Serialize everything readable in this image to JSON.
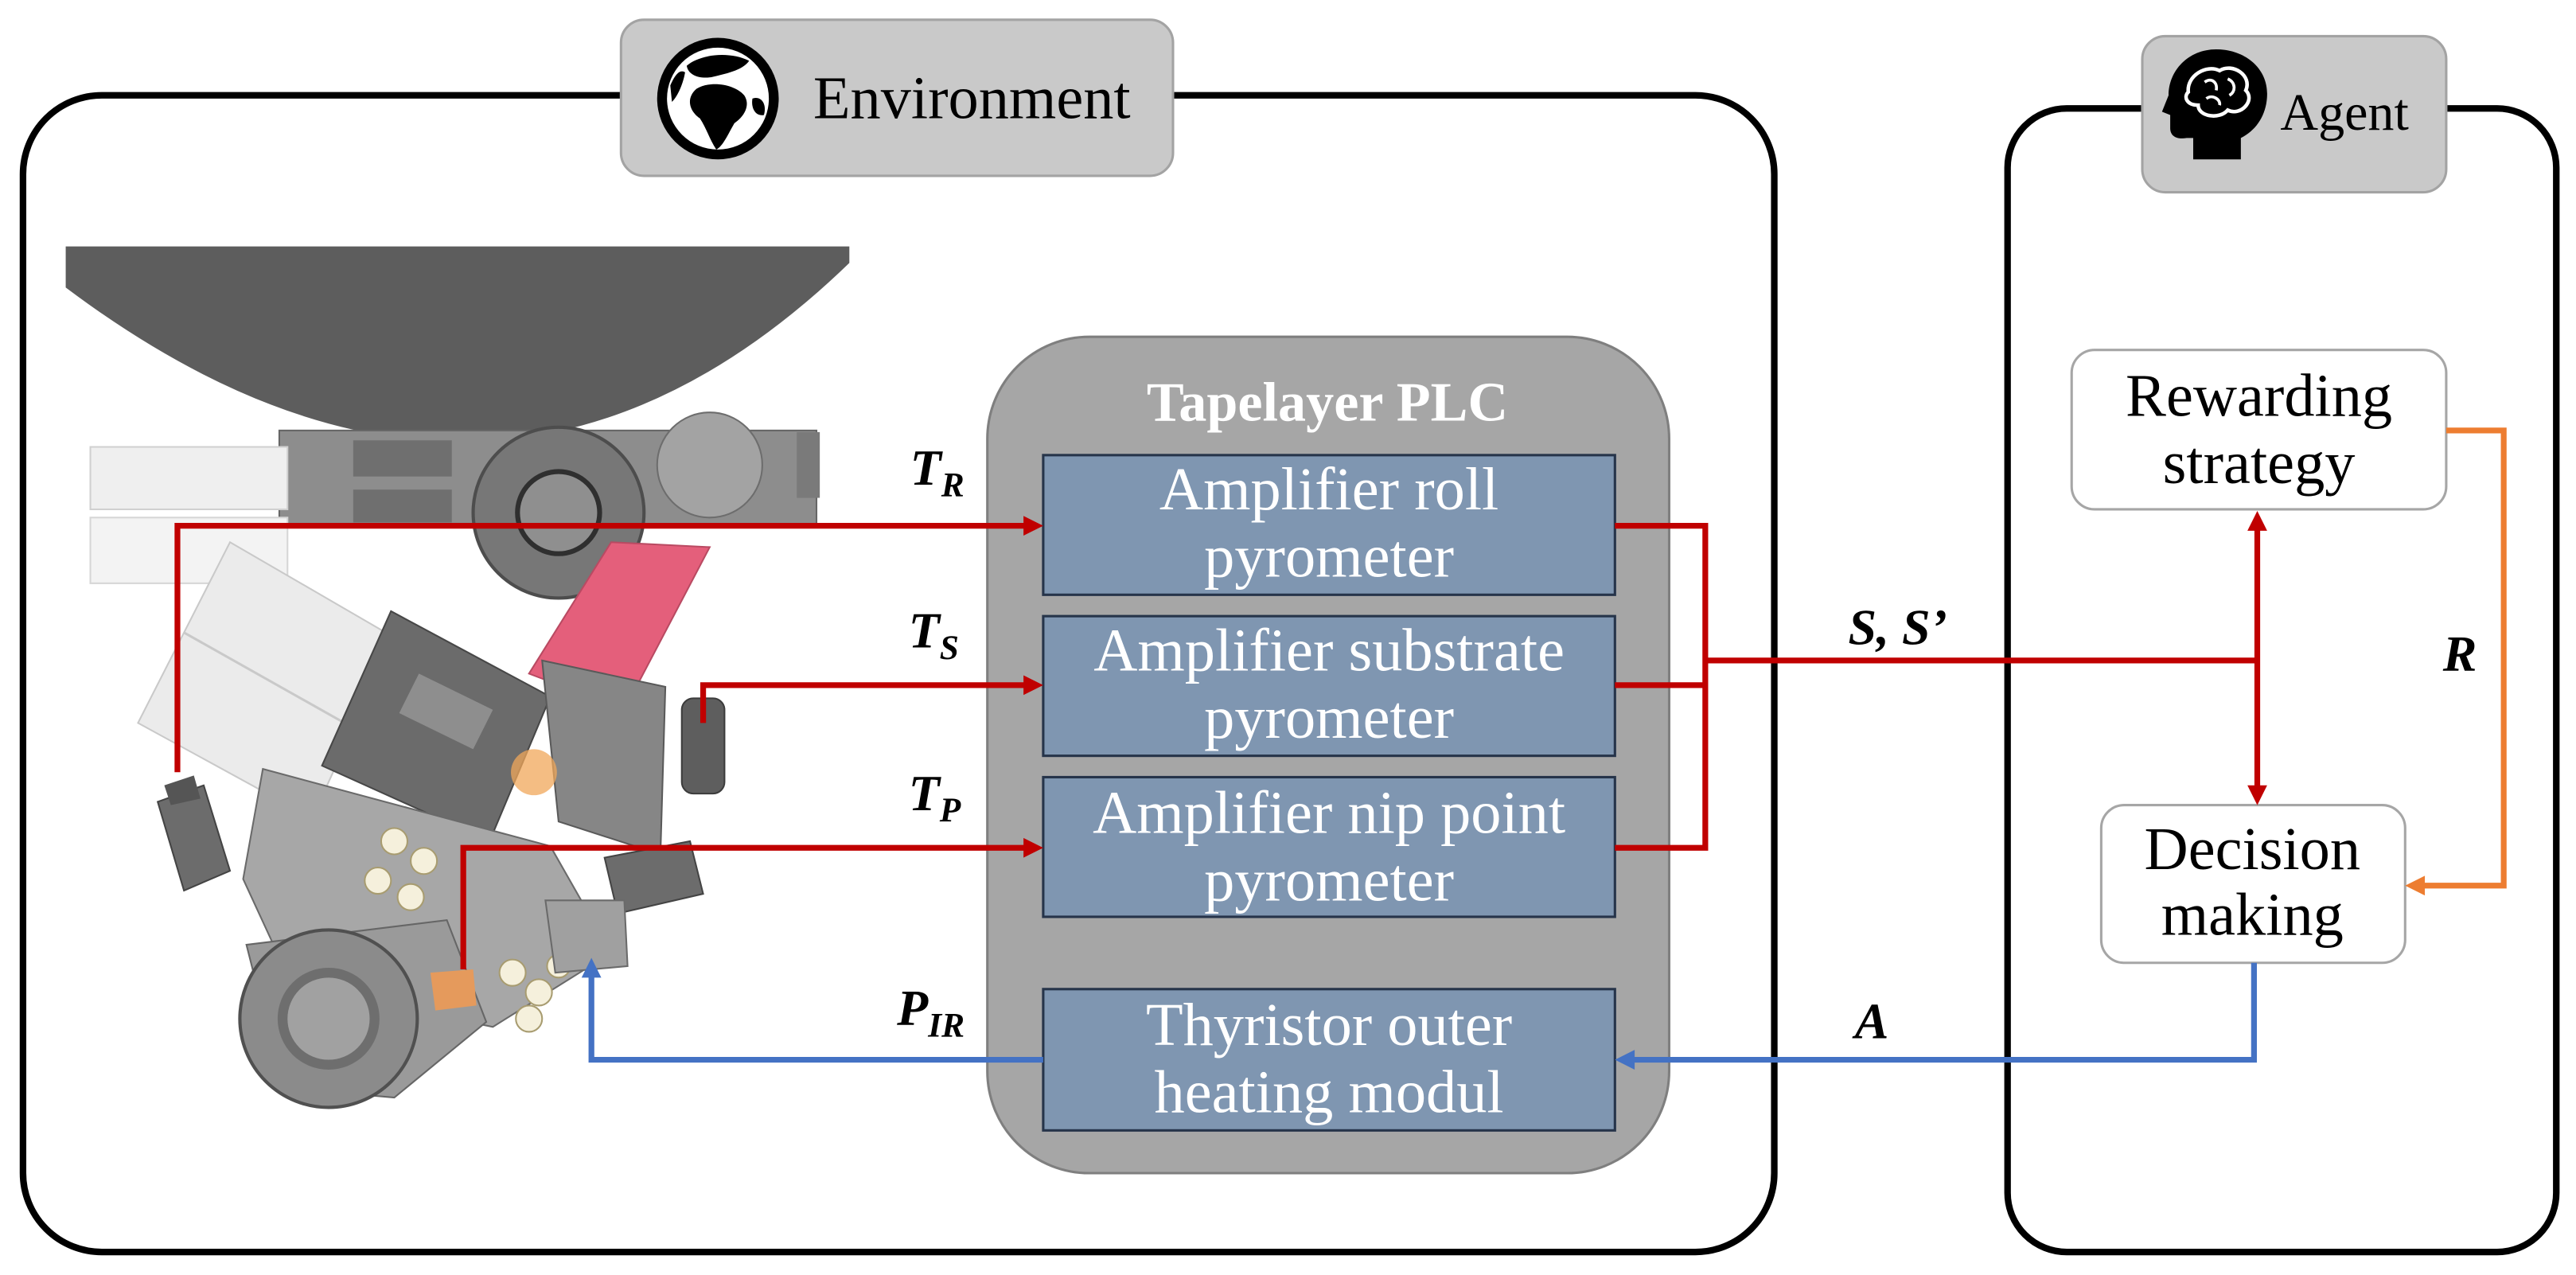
{
  "environment": {
    "label": "Environment",
    "icon": "globe-icon"
  },
  "agent": {
    "label": "Agent",
    "icon": "head-with-brain-icon"
  },
  "plc": {
    "title": "Tapelayer PLC",
    "blocks": [
      {
        "line1": "Amplifier roll",
        "line2": "pyrometer"
      },
      {
        "line1": "Amplifier substrate",
        "line2": "pyrometer"
      },
      {
        "line1": "Amplifier nip point",
        "line2": "pyrometer"
      },
      {
        "line1": "Thyristor outer",
        "line2": "heating modul"
      }
    ]
  },
  "agent_blocks": {
    "rewarding_strategy": {
      "line1": "Rewarding",
      "line2": "strategy"
    },
    "decision_making": {
      "line1": "Decision",
      "line2": "making"
    }
  },
  "signals": {
    "roll_temperature": {
      "symbol": "T",
      "subscript": "R"
    },
    "substrate_temperature": {
      "symbol": "T",
      "subscript": "S"
    },
    "nip_point_temperature": {
      "symbol": "T",
      "subscript": "P"
    },
    "heater_power": {
      "symbol": "P",
      "subscript": "IR"
    },
    "state": "S, S’",
    "reward": "R",
    "action": "A"
  },
  "colors": {
    "state_signal": "#c00000",
    "action_signal": "#4472c4",
    "reward_signal": "#ed7d31",
    "plc_block": "#7f96b1",
    "plc_container": "#a6a6a6",
    "header_label": "#c9c9c9"
  }
}
